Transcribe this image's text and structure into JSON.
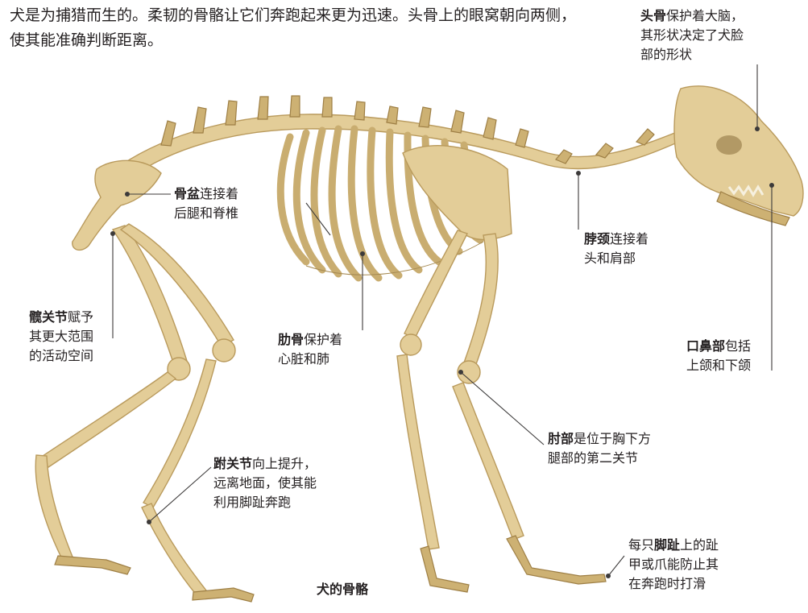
{
  "intro": "犬是为捕猎而生的。柔韧的骨骼让它们奔跑起来更为迅速。头骨上的眼窝朝向两侧，使其能准确判断距离。",
  "labels": {
    "skull": {
      "bold": "头骨",
      "rest": "保护着大脑，",
      "line2": "其形状决定了犬脸",
      "line3": "部的形状"
    },
    "pelvis": {
      "bold": "骨盆",
      "rest": "连接着",
      "line2": "后腿和脊椎"
    },
    "neck": {
      "bold": "脖颈",
      "rest": "连接着",
      "line2": "头和肩部"
    },
    "hip": {
      "bold": "髋关节",
      "rest": "赋予",
      "line2": "其更大范围",
      "line3": "的活动空间"
    },
    "ribs": {
      "bold": "肋骨",
      "rest": "保护着",
      "line2": "心脏和肺"
    },
    "muzzle": {
      "bold": "口鼻部",
      "rest": "包括",
      "line2": "上颌和下颌"
    },
    "elbow": {
      "bold": "肘部",
      "rest": "是位于胸下方",
      "line2": "腿部的第二关节"
    },
    "hock": {
      "bold": "跗关节",
      "rest": "向上提升，",
      "line2": "远离地面，使其能",
      "line3": "利用脚趾奔跑"
    },
    "toes": {
      "prefix": "每只",
      "bold": "脚趾",
      "rest": "上的趾",
      "line2": "甲或爪能防止其",
      "line3": "在奔跑时打滑"
    }
  },
  "caption": "犬的骨骼",
  "colors": {
    "bone": "#e3cd98",
    "bone_shadow": "#cdb173",
    "text": "#231f20",
    "leader": "#3c3a3a"
  }
}
